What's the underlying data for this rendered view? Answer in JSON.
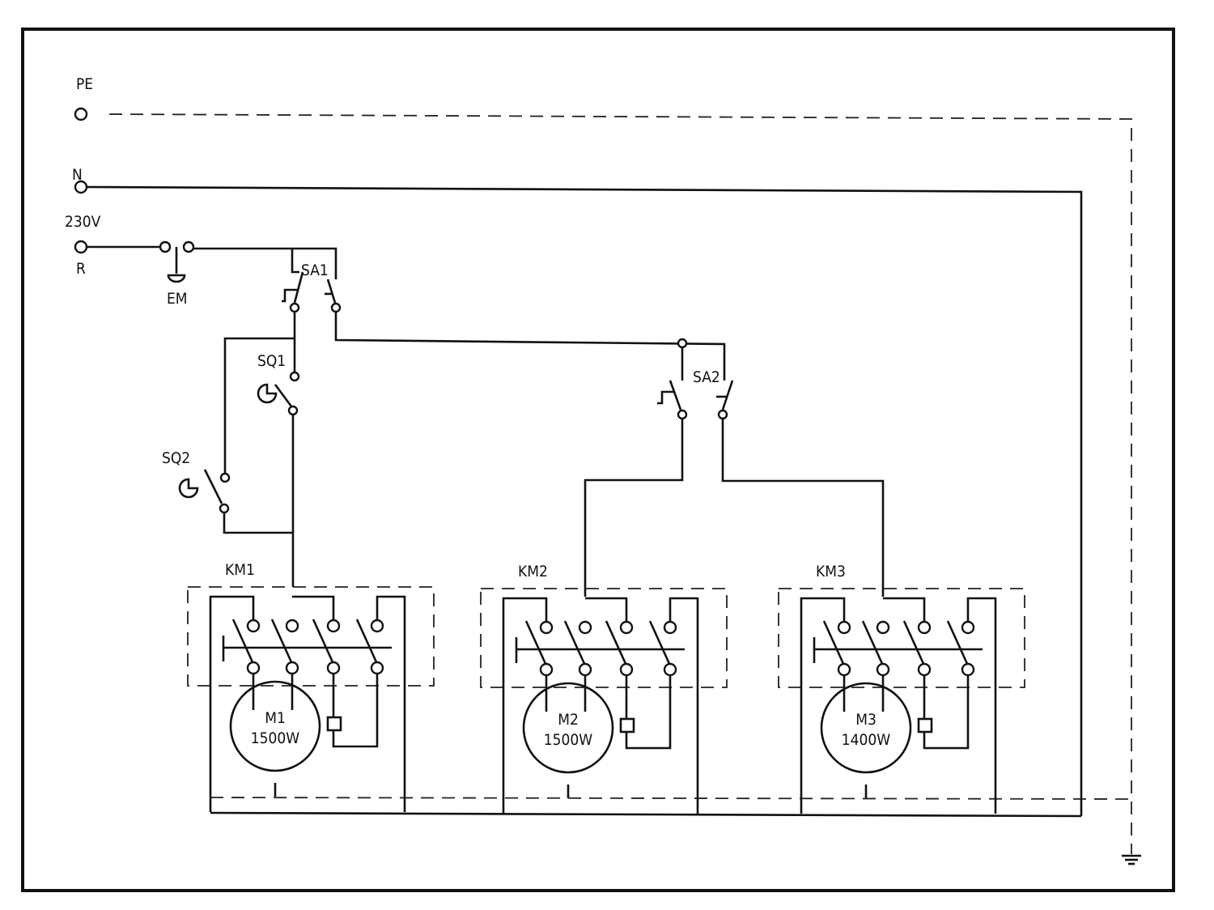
{
  "supply": {
    "pe_label": "PE",
    "n_label": "N",
    "voltage_label": "230V",
    "r_label": "R"
  },
  "components": {
    "em": "EM",
    "sa1": "SA1",
    "sa2": "SA2",
    "sq1": "SQ1",
    "sq2": "SQ2"
  },
  "contactors": [
    {
      "label": "KM1",
      "motor": "M1",
      "power": "1500W"
    },
    {
      "label": "KM2",
      "motor": "M2",
      "power": "1500W"
    },
    {
      "label": "KM3",
      "motor": "M3",
      "power": "1400W"
    }
  ]
}
